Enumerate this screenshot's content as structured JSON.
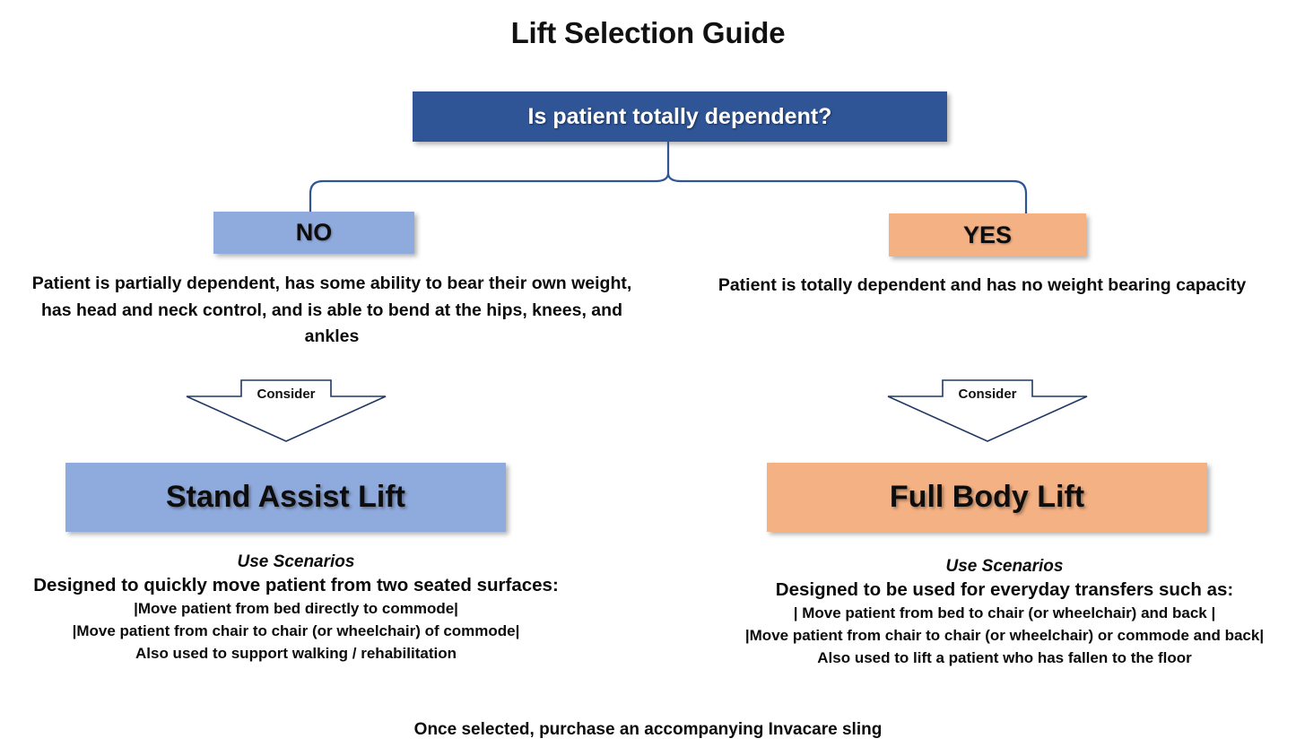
{
  "title": "Lift Selection Guide",
  "colors": {
    "dark_blue": "#2F5597",
    "light_blue": "#8FAADC",
    "orange": "#F4B183",
    "connector_line": "#2F5597",
    "background": "#FFFFFF",
    "text": "#0B0B0B"
  },
  "question": {
    "label": "Is patient totally dependent?"
  },
  "branches": {
    "no": {
      "answer_label": "NO",
      "description": "Patient is partially dependent, has some ability to bear their own weight, has head and neck control, and is able to bend at the hips, knees, and ankles",
      "consider_label": "Consider",
      "result_label": "Stand Assist Lift",
      "scenarios_heading": "Use Scenarios",
      "scenarios_lead": "Designed to quickly move patient from two seated surfaces:",
      "scenarios_items": [
        "|Move patient from bed directly to commode|",
        "|Move patient from chair to chair (or wheelchair) of commode|",
        "Also used to support walking / rehabilitation"
      ]
    },
    "yes": {
      "answer_label": "YES",
      "description": "Patient is totally dependent and has no weight bearing capacity",
      "consider_label": "Consider",
      "result_label": "Full Body Lift",
      "scenarios_heading": "Use Scenarios",
      "scenarios_lead": "Designed to be used for everyday transfers such as:",
      "scenarios_items": [
        "| Move patient from bed to chair (or wheelchair) and back |",
        "|Move patient from chair to chair (or wheelchair) or commode and back|",
        "Also used to lift a patient who has fallen to the floor"
      ]
    }
  },
  "footer": {
    "note": "Once selected, purchase an accompanying Invacare sling"
  }
}
